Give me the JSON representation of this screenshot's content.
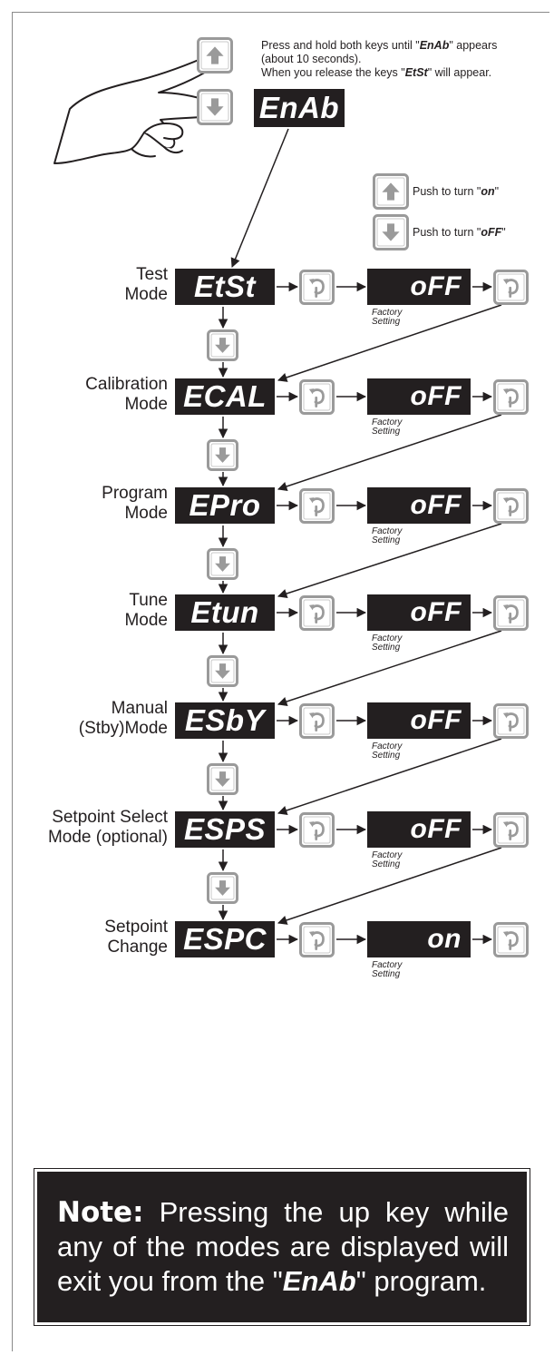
{
  "instructions": {
    "line1_prefix": "Press and hold both keys until \"",
    "line1_code": "EnAb",
    "line1_suffix": "\" appears",
    "line2": "(about 10 seconds).",
    "line3_prefix": "When you release the keys \"",
    "line3_code": "EtSt",
    "line3_suffix": "\" will appear."
  },
  "enable_display": "EnAb",
  "legend": {
    "up_prefix": "Push to turn \"",
    "up_value": "on",
    "up_suffix": "\"",
    "down_prefix": "Push to turn \"",
    "down_value": "oFF",
    "down_suffix": "\""
  },
  "modes": [
    {
      "label_line1": "Test",
      "label_line2": "Mode",
      "code": "EtSt",
      "value": "oFF",
      "note_line1": "Factory",
      "note_line2": "Setting"
    },
    {
      "label_line1": "Calibration",
      "label_line2": "Mode",
      "code": "ECAL",
      "value": "oFF",
      "note_line1": "Factory",
      "note_line2": "Setting"
    },
    {
      "label_line1": "Program",
      "label_line2": "Mode",
      "code": "EPro",
      "value": "oFF",
      "note_line1": "Factory",
      "note_line2": "Setting"
    },
    {
      "label_line1": "Tune",
      "label_line2": "Mode",
      "code": "Etun",
      "value": "oFF",
      "note_line1": "Factory",
      "note_line2": "Setting"
    },
    {
      "label_line1": "Manual",
      "label_line2": "(Stby)Mode",
      "code": "ESbY",
      "value": "oFF",
      "note_line1": "Factory",
      "note_line2": "Setting"
    },
    {
      "label_line1": "Setpoint Select",
      "label_line2": "Mode (optional)",
      "code": "ESPS",
      "value": "oFF",
      "note_line1": "Factory",
      "note_line2": "Setting"
    },
    {
      "label_line1": "Setpoint",
      "label_line2": "Change",
      "code": "ESPC",
      "value": "on",
      "note_line1": "Factory",
      "note_line2": "Setting"
    }
  ],
  "note": {
    "heading": "Note:",
    "text1": " Pressing the up key while any of the modes are displayed will exit you from the \"",
    "code": "EnAb",
    "text2": "\" program."
  }
}
